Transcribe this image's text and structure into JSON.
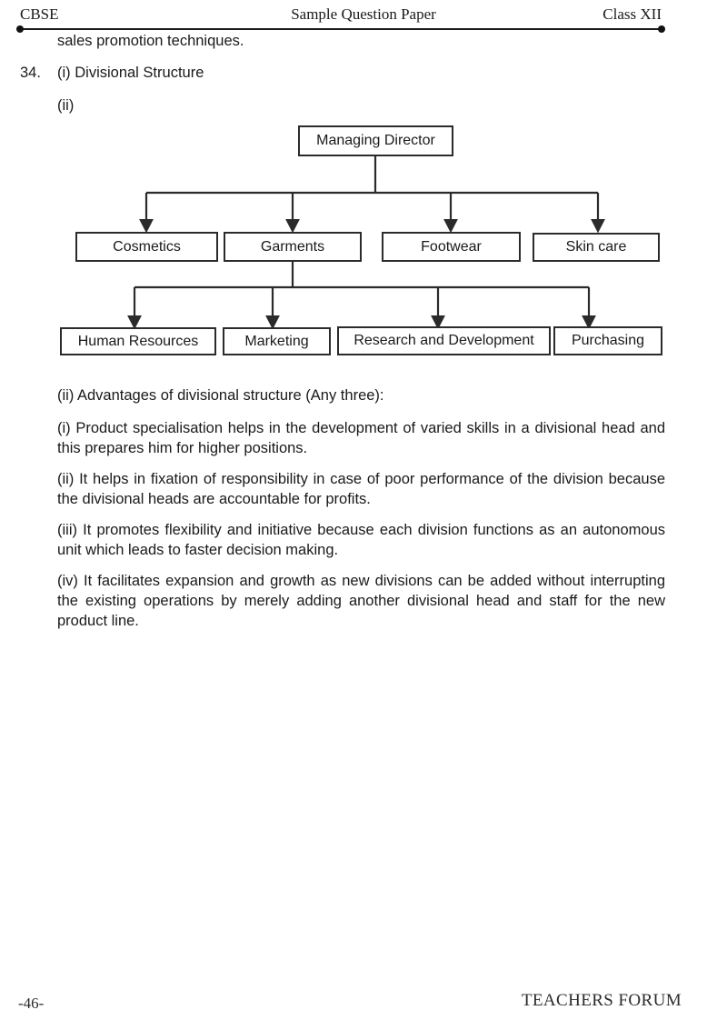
{
  "header": {
    "left": "CBSE",
    "center": "Sample Question Paper",
    "right": "Class XII"
  },
  "body": {
    "runon_line": "sales promotion techniques.",
    "question_number": "34.",
    "item_i": "(i) Divisional Structure",
    "item_ii": "(ii)"
  },
  "org_chart": {
    "root": {
      "label": "Managing Director"
    },
    "level2": [
      {
        "label": "Cosmetics"
      },
      {
        "label": "Garments"
      },
      {
        "label": "Footwear"
      },
      {
        "label": "Skin care"
      }
    ],
    "level3": [
      {
        "label": "Human Resources"
      },
      {
        "label": "Marketing"
      },
      {
        "label": "Research and Development"
      },
      {
        "label": "Purchasing"
      }
    ]
  },
  "paragraphs": {
    "heading": "(ii) Advantages of divisional structure (Any three):",
    "p1": "(i) Product specialisation helps in the development of varied skills in a divisional head and this prepares him for higher positions.",
    "p2": "(ii) It helps in fixation of responsibility in case of poor performance of the division because the divisional heads are accountable for profits.",
    "p3": "(iii) It promotes flexibility and initiative because each division functions as an autonomous unit which leads to faster decision making.",
    "p4": "(iv) It facilitates expansion and growth as new divisions can be added without interrupting the existing operations by merely adding another divisional head and staff for the new product line."
  },
  "footer": {
    "page_number": "-46-",
    "brand": "TEACHERS FORUM"
  }
}
